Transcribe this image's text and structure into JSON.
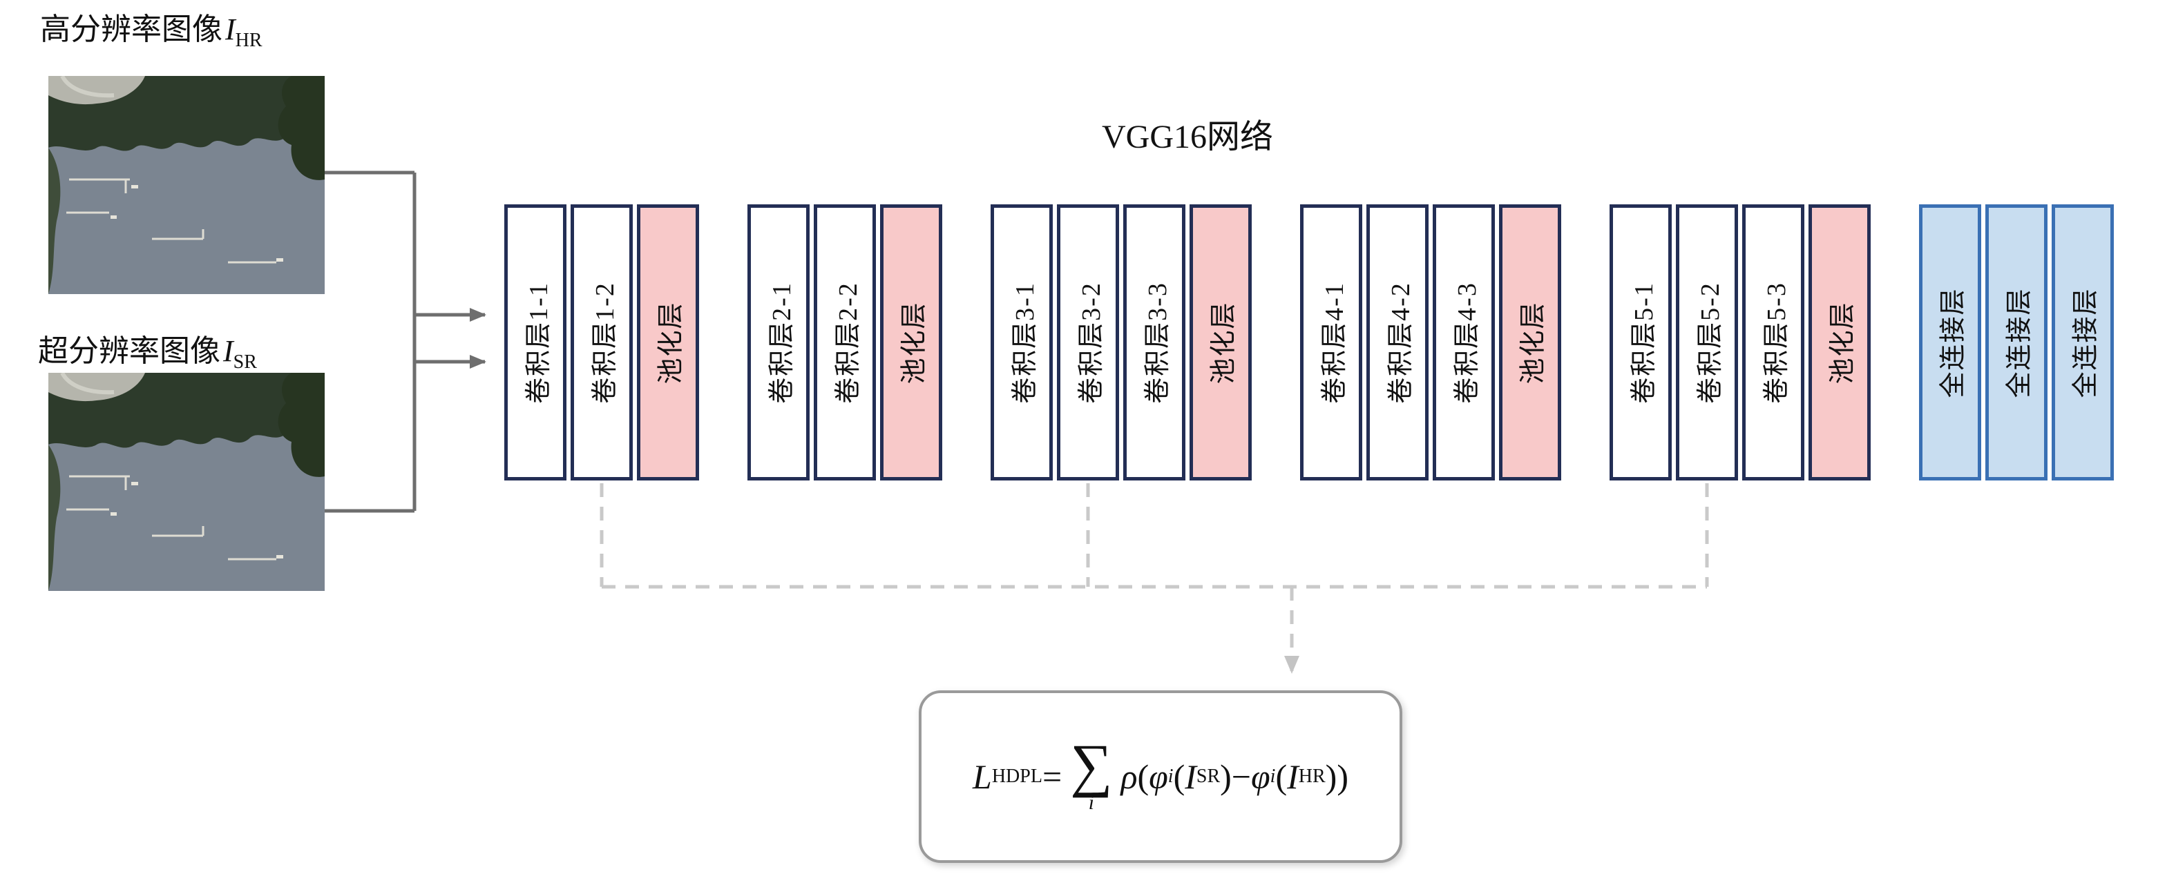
{
  "inputs": {
    "hr": {
      "text": "高分辨率图像",
      "var": "I",
      "sub": "HR"
    },
    "sr": {
      "text": "超分辨率图像",
      "var": "I",
      "sub": "SR"
    }
  },
  "network": {
    "title": "VGG16网络",
    "groups": [
      {
        "blocks": [
          {
            "label": "卷积层1-1",
            "type": "conv"
          },
          {
            "label": "卷积层1-2",
            "type": "conv"
          },
          {
            "label": "池化层",
            "type": "pool"
          }
        ]
      },
      {
        "blocks": [
          {
            "label": "卷积层2-1",
            "type": "conv"
          },
          {
            "label": "卷积层2-2",
            "type": "conv"
          },
          {
            "label": "池化层",
            "type": "pool"
          }
        ]
      },
      {
        "blocks": [
          {
            "label": "卷积层3-1",
            "type": "conv"
          },
          {
            "label": "卷积层3-2",
            "type": "conv"
          },
          {
            "label": "卷积层3-3",
            "type": "conv"
          },
          {
            "label": "池化层",
            "type": "pool"
          }
        ]
      },
      {
        "blocks": [
          {
            "label": "卷积层4-1",
            "type": "conv"
          },
          {
            "label": "卷积层4-2",
            "type": "conv"
          },
          {
            "label": "卷积层4-3",
            "type": "conv"
          },
          {
            "label": "池化层",
            "type": "pool"
          }
        ]
      },
      {
        "blocks": [
          {
            "label": "卷积层5-1",
            "type": "conv"
          },
          {
            "label": "卷积层5-2",
            "type": "conv"
          },
          {
            "label": "卷积层5-3",
            "type": "conv"
          },
          {
            "label": "池化层",
            "type": "pool"
          }
        ]
      },
      {
        "blocks": [
          {
            "label": "全连接层",
            "type": "fc"
          },
          {
            "label": "全连接层",
            "type": "fc"
          },
          {
            "label": "全连接层",
            "type": "fc"
          }
        ]
      }
    ]
  },
  "formula": {
    "L": "L",
    "L_sub": "HDPL",
    "equals": "=",
    "sigma": "∑",
    "sigma_sub": "i",
    "rho": "ρ",
    "lp1": "(",
    "phi1": "φ",
    "phi1_sub": "i",
    "lp2": "(",
    "I1": "I",
    "I1_sub": "SR",
    "rp1": ")",
    "minus": "−",
    "phi2": "φ",
    "phi2_sub": "i",
    "lp3": "(",
    "I2": "I",
    "I2_sub": "HR",
    "rp2": "))"
  },
  "colors": {
    "conv_border": "#232e55",
    "pool_fill": "#f8c9c9",
    "fc_fill": "#c8ddf0",
    "fc_border": "#3a70b4",
    "arrow": "#6e6e6e",
    "dashed": "#c9c9c9",
    "box_border": "#9a9a9a"
  }
}
